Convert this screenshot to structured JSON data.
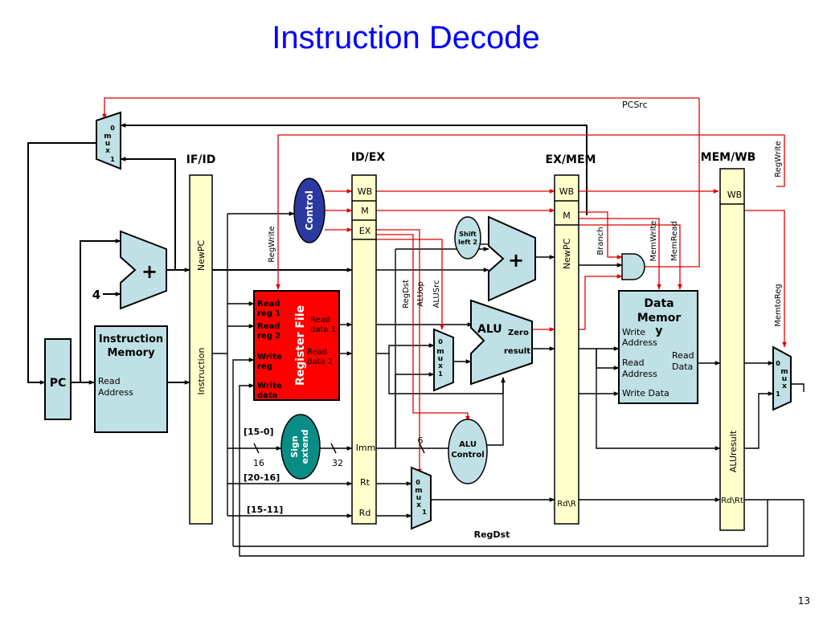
{
  "slide": {
    "title": "Instruction Decode",
    "page_number": "13"
  },
  "registers": {
    "if_id": "IF/ID",
    "id_ex": "ID/EX",
    "ex_mem": "EX/MEM",
    "mem_wb": "MEM/WB",
    "newpc": "NewPC",
    "instruction": "Instruction",
    "wb": "WB",
    "m": "M",
    "ex": "EX",
    "imm": "Imm",
    "rt": "Rt",
    "rd": "Rd",
    "rd_r": "Rd\\R",
    "rd_rt": "Rd\\Rt",
    "aluresult": "ALUresult"
  },
  "units": {
    "pc": "PC",
    "adder_plus": "+",
    "constant_4": "4",
    "instr_mem_title1": "Instruction",
    "instr_mem_title2": "Memory",
    "read_word": "Read",
    "address_word": "Address",
    "control": "Control",
    "register_file": "Register File",
    "read_reg1_a": "Read",
    "read_reg1_b": "reg 1",
    "read_reg2_a": "Read",
    "read_reg2_b": "reg 2",
    "write_reg_a": "Write",
    "write_reg_b": "reg",
    "write_data_a": "Write",
    "write_data_b": "data",
    "read_data1_a": "Read",
    "read_data1_b": "data 1",
    "read_data2_a": "Read",
    "read_data2_b": "data 2",
    "sign_extend_a": "Sign",
    "sign_extend_b": "extend",
    "shift_left_a": "Shift",
    "shift_left_b": "left 2",
    "alu": "ALU",
    "zero": "Zero",
    "result": "result",
    "alu_control_a": "ALU",
    "alu_control_b": "Control",
    "data_mem_a": "Data",
    "data_mem_b": "Memor",
    "data_mem_c": "y",
    "write_word": "Write",
    "read_data": "Data",
    "write_data_mem": "Write Data",
    "mux_0": "0",
    "mux_m": "m",
    "mux_u": "u",
    "mux_x": "x",
    "mux_1": "1"
  },
  "fields": {
    "bits_15_0": "[15-0]",
    "bits_20_16": "[20-16]",
    "bits_15_11": "[15-11]",
    "width_16": "16",
    "width_32": "32",
    "width_6": "6"
  },
  "signals": {
    "pcsrc": "PCSrc",
    "regwrite": "RegWrite",
    "regdst": "RegDst",
    "aluop": "ALUop",
    "alusrc": "ALUSrc",
    "branch": "Branch",
    "memwrite": "MemWrite",
    "memread": "MemRead",
    "memtoreg": "MemtoReg"
  },
  "colors": {
    "title": "#0000ff",
    "control_signal": "#e00000",
    "pipeline_register": "#ffffcc",
    "unit_fill": "#bfe0e4",
    "register_file": "#ff0000",
    "control_unit": "#2b3aa0",
    "sign_extend": "#0a8c86"
  }
}
